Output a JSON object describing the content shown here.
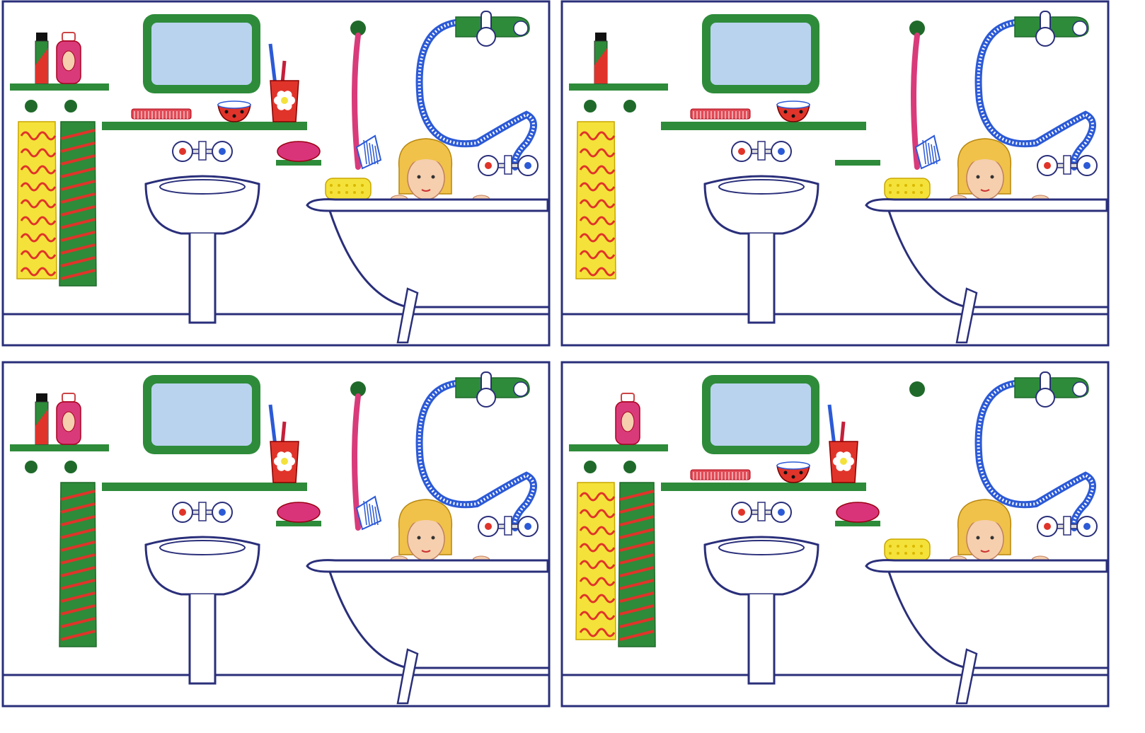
{
  "colors": {
    "frame": "#2a2f7a",
    "green": "#2e8b3a",
    "dark_green": "#1f6a2a",
    "mirror": "#b9d3ef",
    "pink": "#d93b7a",
    "red": "#e0342a",
    "yellow": "#f4e23a",
    "blue": "#2c5ad6",
    "hair": "#f0c24a",
    "skin": "#f6cfae",
    "white": "#ffffff"
  },
  "panels": [
    {
      "name": "panel-top-left",
      "items": {
        "bottle": true,
        "lotion": true,
        "towel_yellow": true,
        "towel_green": true,
        "comb": true,
        "cup": true,
        "brush_cup": true,
        "soap": true,
        "soap_shelf": true,
        "sponge": true,
        "back_brush": true,
        "shower_hook": true
      }
    },
    {
      "name": "panel-top-right",
      "items": {
        "bottle": true,
        "lotion": false,
        "towel_yellow": true,
        "towel_green": false,
        "comb": true,
        "cup": true,
        "brush_cup": false,
        "soap": false,
        "soap_shelf": true,
        "sponge": true,
        "back_brush": true,
        "shower_hook": true
      }
    },
    {
      "name": "panel-bottom-left",
      "items": {
        "bottle": true,
        "lotion": true,
        "towel_yellow": false,
        "towel_green": true,
        "comb": false,
        "cup": false,
        "brush_cup": true,
        "soap": true,
        "soap_shelf": true,
        "sponge": false,
        "back_brush": true,
        "shower_hook": true
      }
    },
    {
      "name": "panel-bottom-right",
      "items": {
        "bottle": false,
        "lotion": true,
        "towel_yellow": true,
        "towel_green": true,
        "comb": true,
        "cup": true,
        "brush_cup": true,
        "soap": true,
        "soap_shelf": true,
        "sponge": true,
        "back_brush": false,
        "shower_hook": true
      }
    }
  ]
}
